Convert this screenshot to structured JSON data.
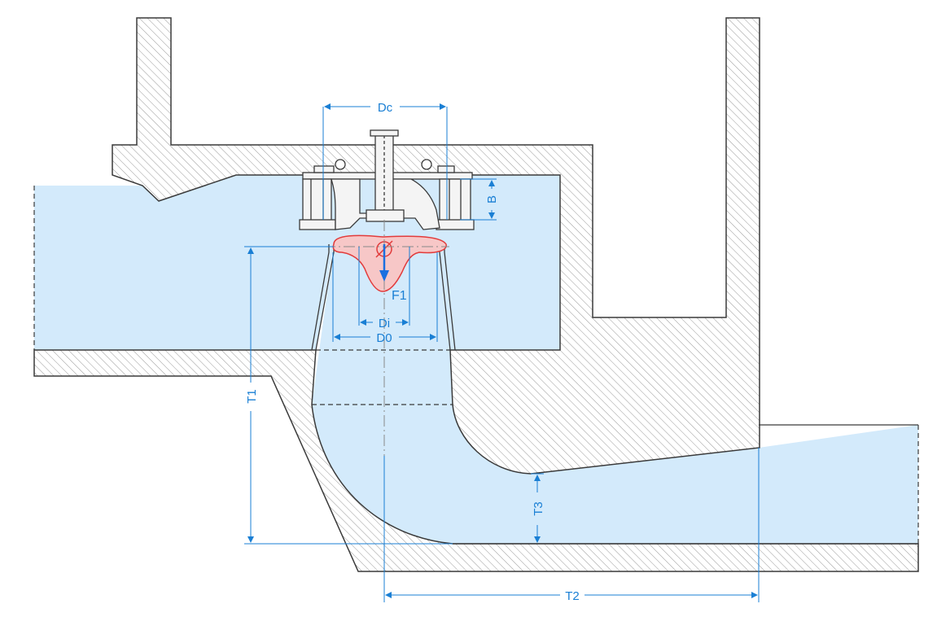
{
  "diagram": {
    "labels": {
      "dc": "Dc",
      "b": "B",
      "f1": "F1",
      "di": "Di",
      "d0": "D0",
      "t1": "T1",
      "t2": "T2",
      "t3": "T3"
    },
    "colors": {
      "water": "#d3eafb",
      "outline": "#3a3a3a",
      "hatch": "#9a9a9a",
      "dimension": "#1a7fd4",
      "impeller": "#e23b3b",
      "force_arrow": "#1a6fe0"
    }
  }
}
